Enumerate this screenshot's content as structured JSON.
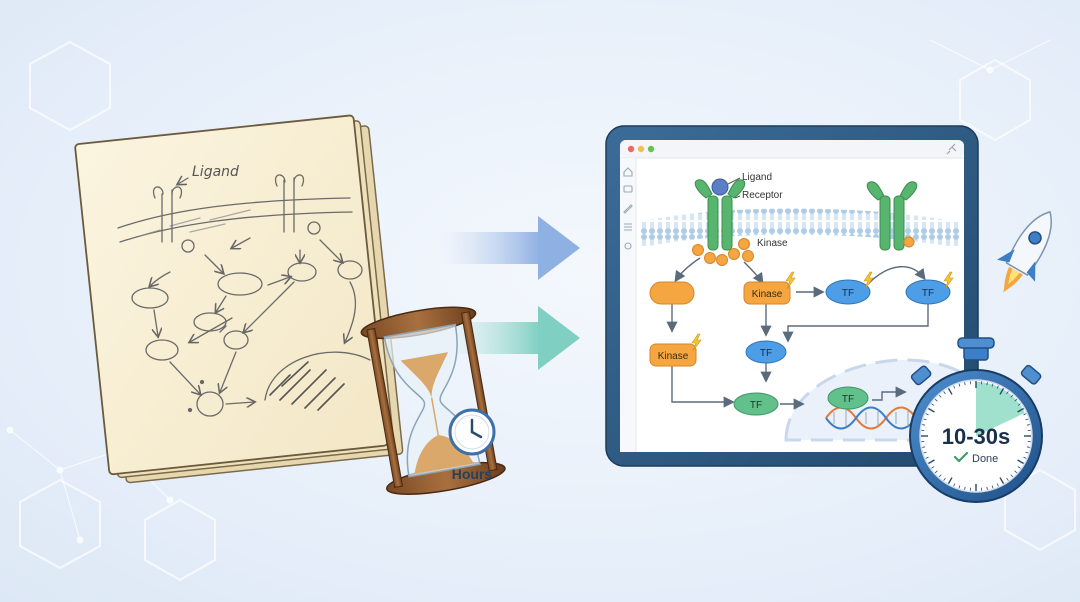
{
  "sketch": {
    "ligand_label": "Ligand"
  },
  "hourglass": {
    "time_label": "Hours"
  },
  "app": {
    "traffic_lights": [
      "#ef6a5e",
      "#f4bf4f",
      "#61c554"
    ],
    "sidebar_icons": [
      "home-icon",
      "folder-icon",
      "pen-icon",
      "list-icon",
      "gear-icon"
    ],
    "pin_icon": "pin-icon",
    "diagram": {
      "ligand_label": "Ligand",
      "receptor_label": "Receptor",
      "kinase_label": "Kinase",
      "node_kinase_1": "Kinase",
      "node_kinase_2": "Kinase",
      "node_tf_1": "TF",
      "node_tf_2": "TF",
      "node_tf_3": "TF",
      "node_tf_4": "TF",
      "node_tf_5": "TF"
    }
  },
  "stopwatch": {
    "time_label": "10-30s",
    "status_label": "Done",
    "progress_fraction": 0.18
  },
  "colors": {
    "receptor_green": "#58b56e",
    "node_orange": "#f5a640",
    "node_blue": "#4d9ee6",
    "tablet_frame": "#2f5d86",
    "accent_blue": "#3d7fc6"
  }
}
